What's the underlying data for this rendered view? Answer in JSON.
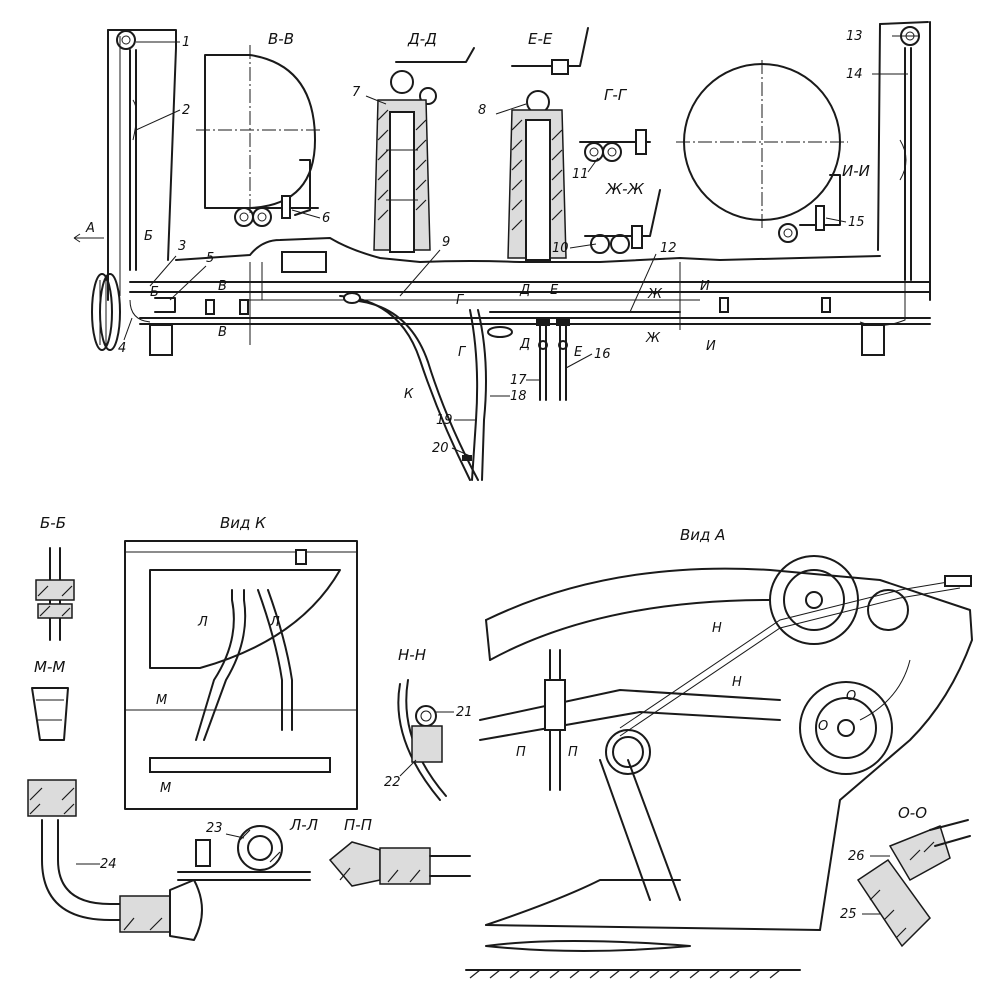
{
  "section_titles": {
    "vv": "В-В",
    "dd": "Д-Д",
    "ee": "Е-Е",
    "gg": "Г-Г",
    "zhzh": "Ж-Ж",
    "ii": "И-И",
    "bb": "Б-Б",
    "vid_k": "Вид К",
    "vid_a": "Вид А",
    "nn": "Н-Н",
    "mm": "М-М",
    "ll": "Л-Л",
    "pp": "П-П",
    "oo": "О-О"
  },
  "cut_letters": {
    "a": "А",
    "b": "Б",
    "v": "В",
    "g": "Г",
    "d": "Д",
    "e": "Е",
    "zh": "Ж",
    "i": "И",
    "k": "К",
    "m": "М",
    "l": "Л",
    "n": "Н",
    "p": "П",
    "o": "О"
  },
  "part_numbers": [
    "1",
    "2",
    "3",
    "4",
    "5",
    "6",
    "7",
    "8",
    "9",
    "10",
    "11",
    "12",
    "13",
    "14",
    "15",
    "16",
    "17",
    "18",
    "19",
    "20",
    "21",
    "22",
    "23",
    "24",
    "25",
    "26"
  ]
}
